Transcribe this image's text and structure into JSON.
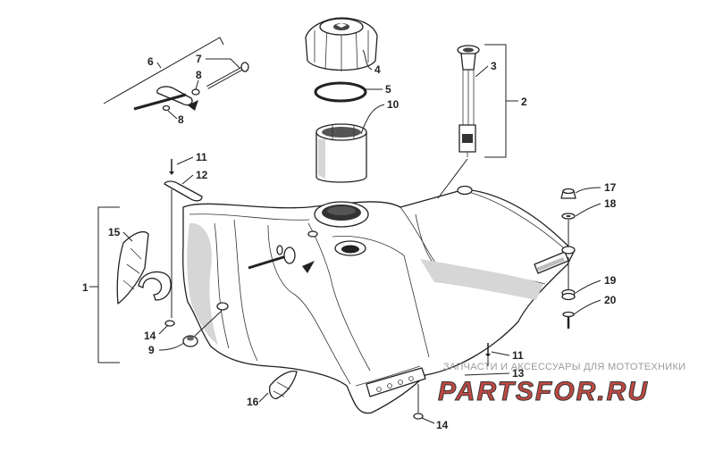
{
  "callouts": {
    "c1": "1",
    "c2": "2",
    "c3": "3",
    "c4": "4",
    "c5": "5",
    "c6": "6",
    "c7": "7",
    "c8a": "8",
    "c8b": "8",
    "c9": "9",
    "c10": "10",
    "c11a": "11",
    "c11b": "11",
    "c12": "12",
    "c13": "13",
    "c14a": "14",
    "c14b": "14",
    "c15": "15",
    "c16": "16",
    "c17": "17",
    "c18": "18",
    "c19": "19",
    "c20": "20"
  },
  "watermark": {
    "tagline": "ЗАПЧАСТИ И АКСЕССУАРЫ ДЛЯ МОТОТЕХНИКИ",
    "logo": "PARTSFOR.RU",
    "logo_color": "#b52a22"
  }
}
